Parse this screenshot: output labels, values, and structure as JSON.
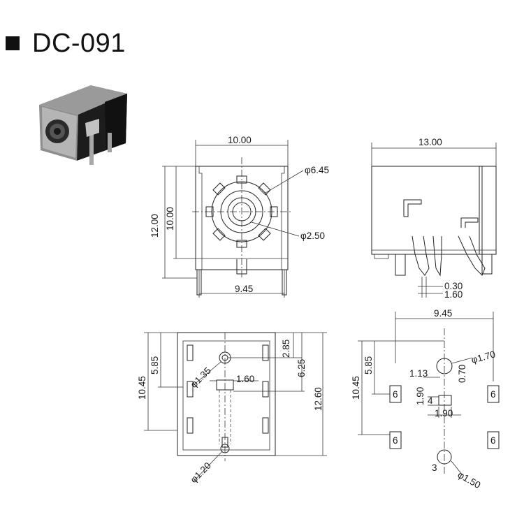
{
  "title": "DC-091",
  "front_view": {
    "width": "10.00",
    "height_outer": "12.00",
    "height_inner": "10.00",
    "outer_diameter": "6.45",
    "pin_diameter": "2.50",
    "pin_spacing": "9.45",
    "phi_symbol": "φ"
  },
  "side_view": {
    "length": "13.00",
    "pin_width": "0.30",
    "pin_pitch": "1.60"
  },
  "layout_view": {
    "dim_a": "10.45",
    "dim_b": "5.85",
    "dim_c": "2.85",
    "dim_d": "6.25",
    "dim_e": "12.60",
    "dim_f": "1.60",
    "hole_a": "1.35",
    "hole_b": "1.20"
  },
  "pcb_view": {
    "width": "9.45",
    "dim_a": "10.45",
    "dim_b": "5.85",
    "dim_c": "1.13",
    "dim_d": "1.90",
    "dim_e": "0.70",
    "dim_f": "1.90",
    "hole_large": "1.70",
    "hole_small": "1.50",
    "pad_label_6": "6",
    "pad_label_4": "4",
    "pad_label_3": "3"
  }
}
